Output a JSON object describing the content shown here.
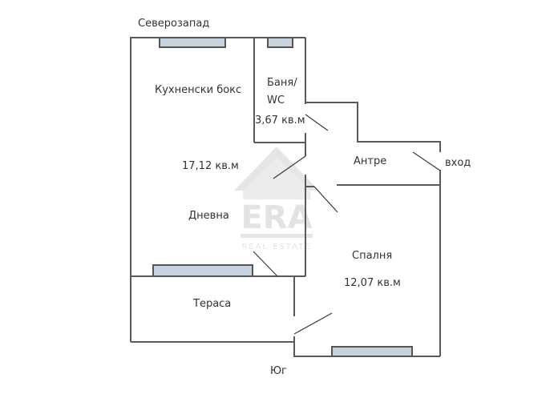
{
  "orientation": {
    "north_west": "Северозапад",
    "south": "Юг"
  },
  "rooms": [
    {
      "name": "Кухненски бокс",
      "area": "17,12 кв.м"
    },
    {
      "name_line1": "Баня/",
      "name_line2": "WC",
      "area": "3,67 кв.м"
    },
    {
      "name": "Антре"
    },
    {
      "name": "Дневна"
    },
    {
      "name": "Спалня",
      "area": "12,07 кв.м"
    },
    {
      "name": "Тераса"
    }
  ],
  "entrance_label": "вход",
  "watermark": {
    "logo": "ERA",
    "subtitle": "REAL ESTATE"
  },
  "colors": {
    "wall": "#5a5a5a",
    "window": "#c6d3de",
    "watermark": "#e3e3e3"
  }
}
